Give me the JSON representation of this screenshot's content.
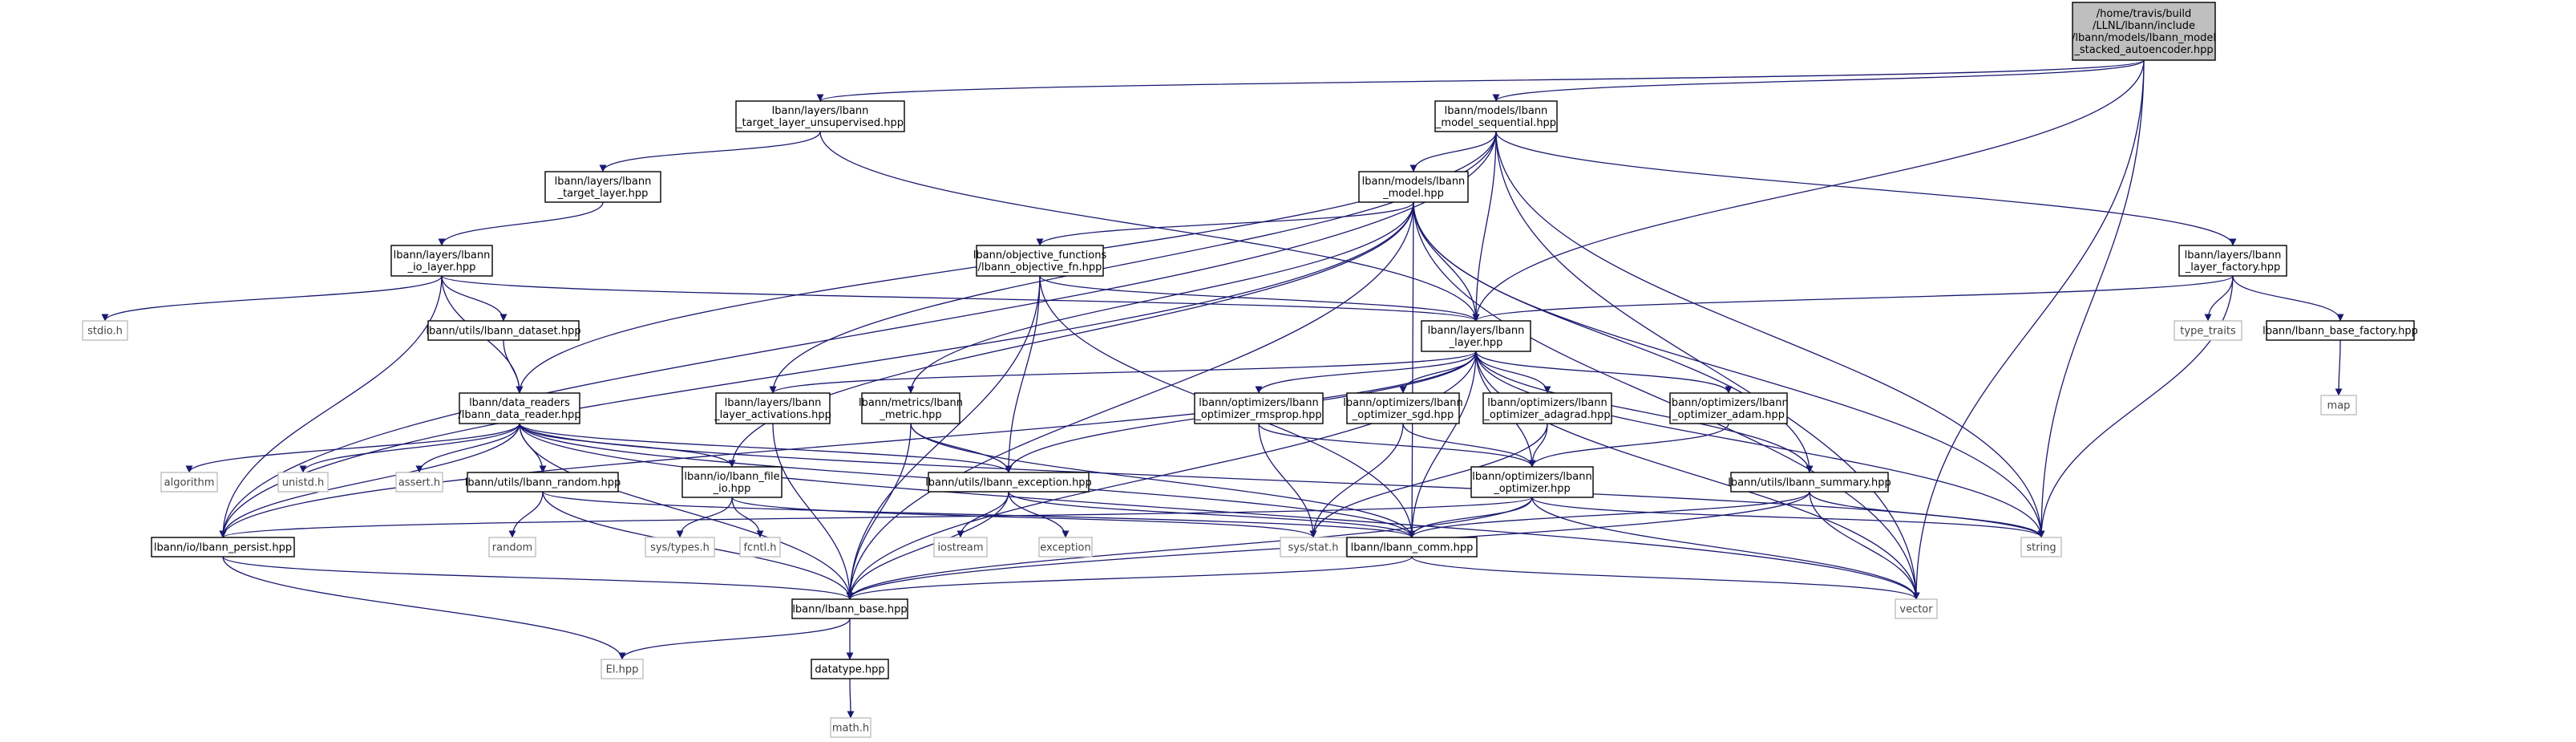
{
  "colors": {
    "edge": "#191970",
    "box_border_normal": "#000000",
    "box_border_external": "#bfbfbf",
    "box_fill_root": "#bfbfbf",
    "box_fill_normal": "#ffffff",
    "text_normal": "#000000",
    "text_external": "#444444"
  },
  "nodes": [
    {
      "id": "root",
      "lines": [
        "/home/travis/build",
        "/LLNL/lbann/include",
        "/lbann/models/lbann_model",
        "_stacked_autoencoder.hpp"
      ],
      "kind": "root"
    },
    {
      "id": "target_unsup",
      "lines": [
        "lbann/layers/lbann",
        "_target_layer_unsupervised.hpp"
      ],
      "kind": "normal"
    },
    {
      "id": "model_seq",
      "lines": [
        "lbann/models/lbann",
        "_model_sequential.hpp"
      ],
      "kind": "normal"
    },
    {
      "id": "target_layer",
      "lines": [
        "lbann/layers/lbann",
        "_target_layer.hpp"
      ],
      "kind": "normal"
    },
    {
      "id": "model",
      "lines": [
        "lbann/models/lbann",
        "_model.hpp"
      ],
      "kind": "normal"
    },
    {
      "id": "io_layer",
      "lines": [
        "lbann/layers/lbann",
        "_io_layer.hpp"
      ],
      "kind": "normal"
    },
    {
      "id": "obj_fn",
      "lines": [
        "lbann/objective_functions",
        "/lbann_objective_fn.hpp"
      ],
      "kind": "normal"
    },
    {
      "id": "layer_factory",
      "lines": [
        "lbann/layers/lbann",
        "_layer_factory.hpp"
      ],
      "kind": "normal"
    },
    {
      "id": "stdio",
      "lines": [
        "stdio.h"
      ],
      "kind": "external"
    },
    {
      "id": "dataset",
      "lines": [
        "lbann/utils/lbann_dataset.hpp"
      ],
      "kind": "normal"
    },
    {
      "id": "layer",
      "lines": [
        "lbann/layers/lbann",
        "_layer.hpp"
      ],
      "kind": "normal"
    },
    {
      "id": "type_traits",
      "lines": [
        "type_traits"
      ],
      "kind": "external"
    },
    {
      "id": "base_factory",
      "lines": [
        "lbann/lbann_base_factory.hpp"
      ],
      "kind": "normal"
    },
    {
      "id": "map",
      "lines": [
        "map"
      ],
      "kind": "external"
    },
    {
      "id": "data_reader",
      "lines": [
        "lbann/data_readers",
        "/lbann_data_reader.hpp"
      ],
      "kind": "normal"
    },
    {
      "id": "activations",
      "lines": [
        "lbann/layers/lbann",
        "_layer_activations.hpp"
      ],
      "kind": "normal"
    },
    {
      "id": "metric",
      "lines": [
        "lbann/metrics/lbann",
        "_metric.hpp"
      ],
      "kind": "normal"
    },
    {
      "id": "rmsprop",
      "lines": [
        "lbann/optimizers/lbann",
        "_optimizer_rmsprop.hpp"
      ],
      "kind": "normal"
    },
    {
      "id": "sgd",
      "lines": [
        "lbann/optimizers/lbann",
        "_optimizer_sgd.hpp"
      ],
      "kind": "normal"
    },
    {
      "id": "adagrad",
      "lines": [
        "lbann/optimizers/lbann",
        "_optimizer_adagrad.hpp"
      ],
      "kind": "normal"
    },
    {
      "id": "adam",
      "lines": [
        "lbann/optimizers/lbann",
        "_optimizer_adam.hpp"
      ],
      "kind": "normal"
    },
    {
      "id": "algorithm",
      "lines": [
        "algorithm"
      ],
      "kind": "external"
    },
    {
      "id": "unistd",
      "lines": [
        "unistd.h"
      ],
      "kind": "external"
    },
    {
      "id": "assert",
      "lines": [
        "assert.h"
      ],
      "kind": "external"
    },
    {
      "id": "random_hpp",
      "lines": [
        "lbann/utils/lbann_random.hpp"
      ],
      "kind": "normal"
    },
    {
      "id": "file_io",
      "lines": [
        "lbann/io/lbann_file",
        "_io.hpp"
      ],
      "kind": "normal"
    },
    {
      "id": "exception",
      "lines": [
        "lbann/utils/lbann_exception.hpp"
      ],
      "kind": "normal"
    },
    {
      "id": "optimizer",
      "lines": [
        "lbann/optimizers/lbann",
        "_optimizer.hpp"
      ],
      "kind": "normal"
    },
    {
      "id": "summary",
      "lines": [
        "lbann/utils/lbann_summary.hpp"
      ],
      "kind": "normal"
    },
    {
      "id": "persist",
      "lines": [
        "lbann/io/lbann_persist.hpp"
      ],
      "kind": "normal"
    },
    {
      "id": "random",
      "lines": [
        "random"
      ],
      "kind": "external"
    },
    {
      "id": "sys_types",
      "lines": [
        "sys/types.h"
      ],
      "kind": "external"
    },
    {
      "id": "fcntl",
      "lines": [
        "fcntl.h"
      ],
      "kind": "external"
    },
    {
      "id": "iostream",
      "lines": [
        "iostream"
      ],
      "kind": "external"
    },
    {
      "id": "exception_std",
      "lines": [
        "exception"
      ],
      "kind": "external"
    },
    {
      "id": "sys_stat",
      "lines": [
        "sys/stat.h"
      ],
      "kind": "external"
    },
    {
      "id": "comm",
      "lines": [
        "lbann/lbann_comm.hpp"
      ],
      "kind": "normal"
    },
    {
      "id": "string",
      "lines": [
        "string"
      ],
      "kind": "external"
    },
    {
      "id": "base",
      "lines": [
        "lbann/lbann_base.hpp"
      ],
      "kind": "normal"
    },
    {
      "id": "vector",
      "lines": [
        "vector"
      ],
      "kind": "external"
    },
    {
      "id": "el",
      "lines": [
        "El.hpp"
      ],
      "kind": "external"
    },
    {
      "id": "datatype",
      "lines": [
        "datatype.hpp"
      ],
      "kind": "normal"
    },
    {
      "id": "math",
      "lines": [
        "math.h"
      ],
      "kind": "external"
    }
  ],
  "edges": [
    [
      "root",
      "target_unsup"
    ],
    [
      "root",
      "model_seq"
    ],
    [
      "root",
      "layer"
    ],
    [
      "root",
      "string"
    ],
    [
      "root",
      "vector"
    ],
    [
      "target_unsup",
      "target_layer"
    ],
    [
      "target_unsup",
      "layer"
    ],
    [
      "model_seq",
      "model"
    ],
    [
      "model_seq",
      "layer"
    ],
    [
      "model_seq",
      "layer_factory"
    ],
    [
      "model_seq",
      "data_reader"
    ],
    [
      "model_seq",
      "activations"
    ],
    [
      "model_seq",
      "persist"
    ],
    [
      "model_seq",
      "string"
    ],
    [
      "model_seq",
      "vector"
    ],
    [
      "target_layer",
      "io_layer"
    ],
    [
      "model",
      "obj_fn"
    ],
    [
      "model",
      "layer"
    ],
    [
      "model",
      "metric"
    ],
    [
      "model",
      "file_io"
    ],
    [
      "model",
      "base"
    ],
    [
      "model",
      "comm"
    ],
    [
      "model",
      "summary"
    ],
    [
      "model",
      "string"
    ],
    [
      "model",
      "vector"
    ],
    [
      "model",
      "persist"
    ],
    [
      "io_layer",
      "stdio"
    ],
    [
      "io_layer",
      "dataset"
    ],
    [
      "io_layer",
      "data_reader"
    ],
    [
      "io_layer",
      "layer"
    ],
    [
      "io_layer",
      "persist"
    ],
    [
      "obj_fn",
      "layer"
    ],
    [
      "obj_fn",
      "exception"
    ],
    [
      "obj_fn",
      "base"
    ],
    [
      "obj_fn",
      "comm"
    ],
    [
      "layer_factory",
      "layer"
    ],
    [
      "layer_factory",
      "type_traits"
    ],
    [
      "layer_factory",
      "base_factory"
    ],
    [
      "layer_factory",
      "string"
    ],
    [
      "base_factory",
      "map"
    ],
    [
      "dataset",
      "data_reader"
    ],
    [
      "layer",
      "activations"
    ],
    [
      "layer",
      "rmsprop"
    ],
    [
      "layer",
      "sgd"
    ],
    [
      "layer",
      "adagrad"
    ],
    [
      "layer",
      "adam"
    ],
    [
      "layer",
      "optimizer"
    ],
    [
      "layer",
      "exception"
    ],
    [
      "layer",
      "summary"
    ],
    [
      "layer",
      "comm"
    ],
    [
      "layer",
      "base"
    ],
    [
      "layer",
      "string"
    ],
    [
      "layer",
      "vector"
    ],
    [
      "layer",
      "persist"
    ],
    [
      "data_reader",
      "algorithm"
    ],
    [
      "data_reader",
      "unistd"
    ],
    [
      "data_reader",
      "assert"
    ],
    [
      "data_reader",
      "random_hpp"
    ],
    [
      "data_reader",
      "file_io"
    ],
    [
      "data_reader",
      "exception"
    ],
    [
      "data_reader",
      "comm"
    ],
    [
      "data_reader",
      "base"
    ],
    [
      "data_reader",
      "string"
    ],
    [
      "data_reader",
      "vector"
    ],
    [
      "data_reader",
      "persist"
    ],
    [
      "activations",
      "base"
    ],
    [
      "metric",
      "exception"
    ],
    [
      "metric",
      "base"
    ],
    [
      "metric",
      "comm"
    ],
    [
      "rmsprop",
      "optimizer"
    ],
    [
      "rmsprop",
      "sys_stat"
    ],
    [
      "sgd",
      "optimizer"
    ],
    [
      "sgd",
      "sys_stat"
    ],
    [
      "adagrad",
      "optimizer"
    ],
    [
      "adagrad",
      "sys_stat"
    ],
    [
      "adam",
      "optimizer"
    ],
    [
      "random_hpp",
      "random"
    ],
    [
      "random_hpp",
      "base"
    ],
    [
      "random_hpp",
      "comm"
    ],
    [
      "file_io",
      "sys_types"
    ],
    [
      "file_io",
      "fcntl"
    ],
    [
      "file_io",
      "sys_stat"
    ],
    [
      "exception",
      "iostream"
    ],
    [
      "exception",
      "exception_std"
    ],
    [
      "exception",
      "comm"
    ],
    [
      "exception",
      "base"
    ],
    [
      "optimizer",
      "comm"
    ],
    [
      "optimizer",
      "base"
    ],
    [
      "optimizer",
      "string"
    ],
    [
      "optimizer",
      "vector"
    ],
    [
      "optimizer",
      "persist"
    ],
    [
      "summary",
      "comm"
    ],
    [
      "summary",
      "base"
    ],
    [
      "summary",
      "string"
    ],
    [
      "summary",
      "vector"
    ],
    [
      "persist",
      "base"
    ],
    [
      "persist",
      "el"
    ],
    [
      "comm",
      "base"
    ],
    [
      "comm",
      "vector"
    ],
    [
      "base",
      "el"
    ],
    [
      "base",
      "datatype"
    ],
    [
      "datatype",
      "math"
    ]
  ]
}
